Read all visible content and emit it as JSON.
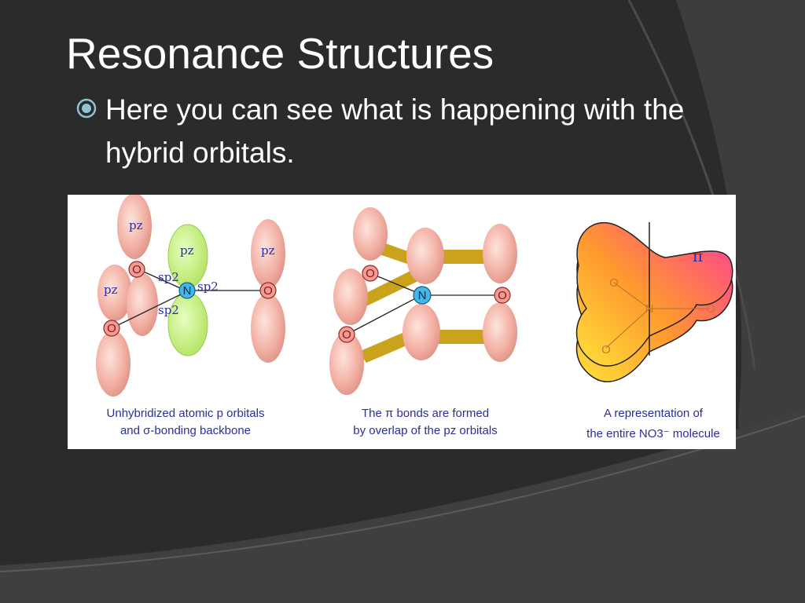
{
  "slide": {
    "title": "Resonance Structures",
    "bullet": "Here you can see what is happening with the hybrid orbitals."
  },
  "figure": {
    "panel1": {
      "caption_line1": "Unhybridized atomic p orbitals",
      "caption_line2": "and σ-bonding backbone",
      "pz": "pz",
      "sp2": "sp2",
      "atom_o": "O",
      "atom_n": "N"
    },
    "panel2": {
      "caption_line1": "The π bonds are formed",
      "caption_line2": "by overlap of the pz orbitals",
      "atom_o": "O",
      "atom_n": "N"
    },
    "panel3": {
      "caption_line1": "A representation of",
      "caption_line2": "the entire NO3⁻ molecule",
      "pi": "π",
      "atom_o": "O",
      "atom_n": "N"
    }
  },
  "colors": {
    "background": "#2c2c2c",
    "text": "#ffffff",
    "bullet_icon": "#8ec3d6",
    "lobe_pink": "#f3b0a4",
    "lobe_green": "#c2f07c",
    "nitrogen": "#40b8e8",
    "oxygen": "#f59a90",
    "pi_bond": "#caa21c"
  }
}
